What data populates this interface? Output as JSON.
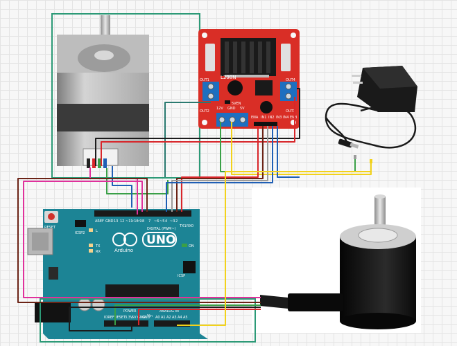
{
  "driver": {
    "chip": "L298N",
    "out1": "OUT1",
    "out2": "OUT2",
    "out3": "OUT3",
    "out4": "OUT4",
    "v12": "12V",
    "gnd": "GND",
    "v5": "5V",
    "v5en": "5VEN",
    "pins": [
      "ENA",
      "IN1",
      "IN2",
      "IN3",
      "IN4",
      "ENB"
    ]
  },
  "arduino": {
    "brand": "Arduino",
    "model": "UNO",
    "reset": "RESET",
    "icsp2": "ICSP2",
    "icsp": "ICSP",
    "tx": "TX",
    "rx": "RX",
    "on": "ON",
    "l": "L",
    "digital": "DIGITAL (PWM~)",
    "power": "POWER",
    "analog": "ANALOG IN",
    "digital_pins": [
      "AREF",
      "GND",
      "13",
      "12",
      "~11",
      "~10",
      "~9",
      "8",
      "7",
      "~6",
      "~5",
      "4",
      "~3",
      "2",
      "TX1",
      "RX0"
    ],
    "power_pins": [
      "IOREF",
      "RESET",
      "3.3V",
      "5V",
      "GND",
      "GND",
      "Vin"
    ],
    "analog_pins": [
      "A0",
      "A1",
      "A2",
      "A3",
      "A4",
      "A5"
    ]
  },
  "colors": {
    "driver_red": "#d92e26",
    "arduino_teal": "#1c8495",
    "terminal_blue": "#1e6fc0",
    "wire_green": "#3aa047",
    "wire_yellow": "#f2d21b",
    "wire_pink": "#e0319c",
    "wire_brown": "#6b2316",
    "wire_black": "#1c1c1c",
    "wire_red": "#d8262a",
    "wire_gray": "#9b9b9b",
    "wire_blue": "#1f5fb5",
    "wire_teal": "#2a7a70",
    "selection": "#2c9a77"
  }
}
